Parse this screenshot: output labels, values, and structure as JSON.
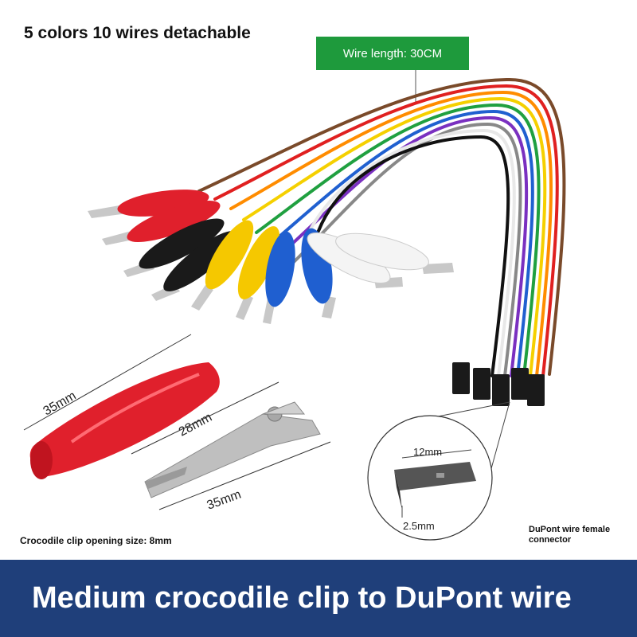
{
  "headline": "5 colors 10 wires detachable",
  "length_badge": "Wire length: 30CM",
  "dimensions": {
    "sleeve_length": "35mm",
    "clip_width": "28mm",
    "clip_length": "35mm",
    "connector_length": "12mm",
    "connector_pitch": "2.5mm"
  },
  "captions": {
    "clip_opening": "Crocodile clip opening size: 8mm",
    "connector_line1": "DuPont wire female",
    "connector_line2": "connector"
  },
  "banner": "Medium crocodile clip to DuPont wire",
  "colors": {
    "badge_green": "#1e9a3c",
    "banner_navy": "#1f3f7a",
    "clip_red": "#e0202c",
    "clip_black": "#1a1a1a",
    "clip_yellow": "#f5c800",
    "clip_blue": "#1f5fd0",
    "clip_white": "#f4f4f4",
    "wires": [
      "#7a4a2a",
      "#e02020",
      "#ff8c00",
      "#f5d000",
      "#20a040",
      "#2060d0",
      "#7a30c0",
      "#888888",
      "#f0f0f0",
      "#111111"
    ]
  }
}
